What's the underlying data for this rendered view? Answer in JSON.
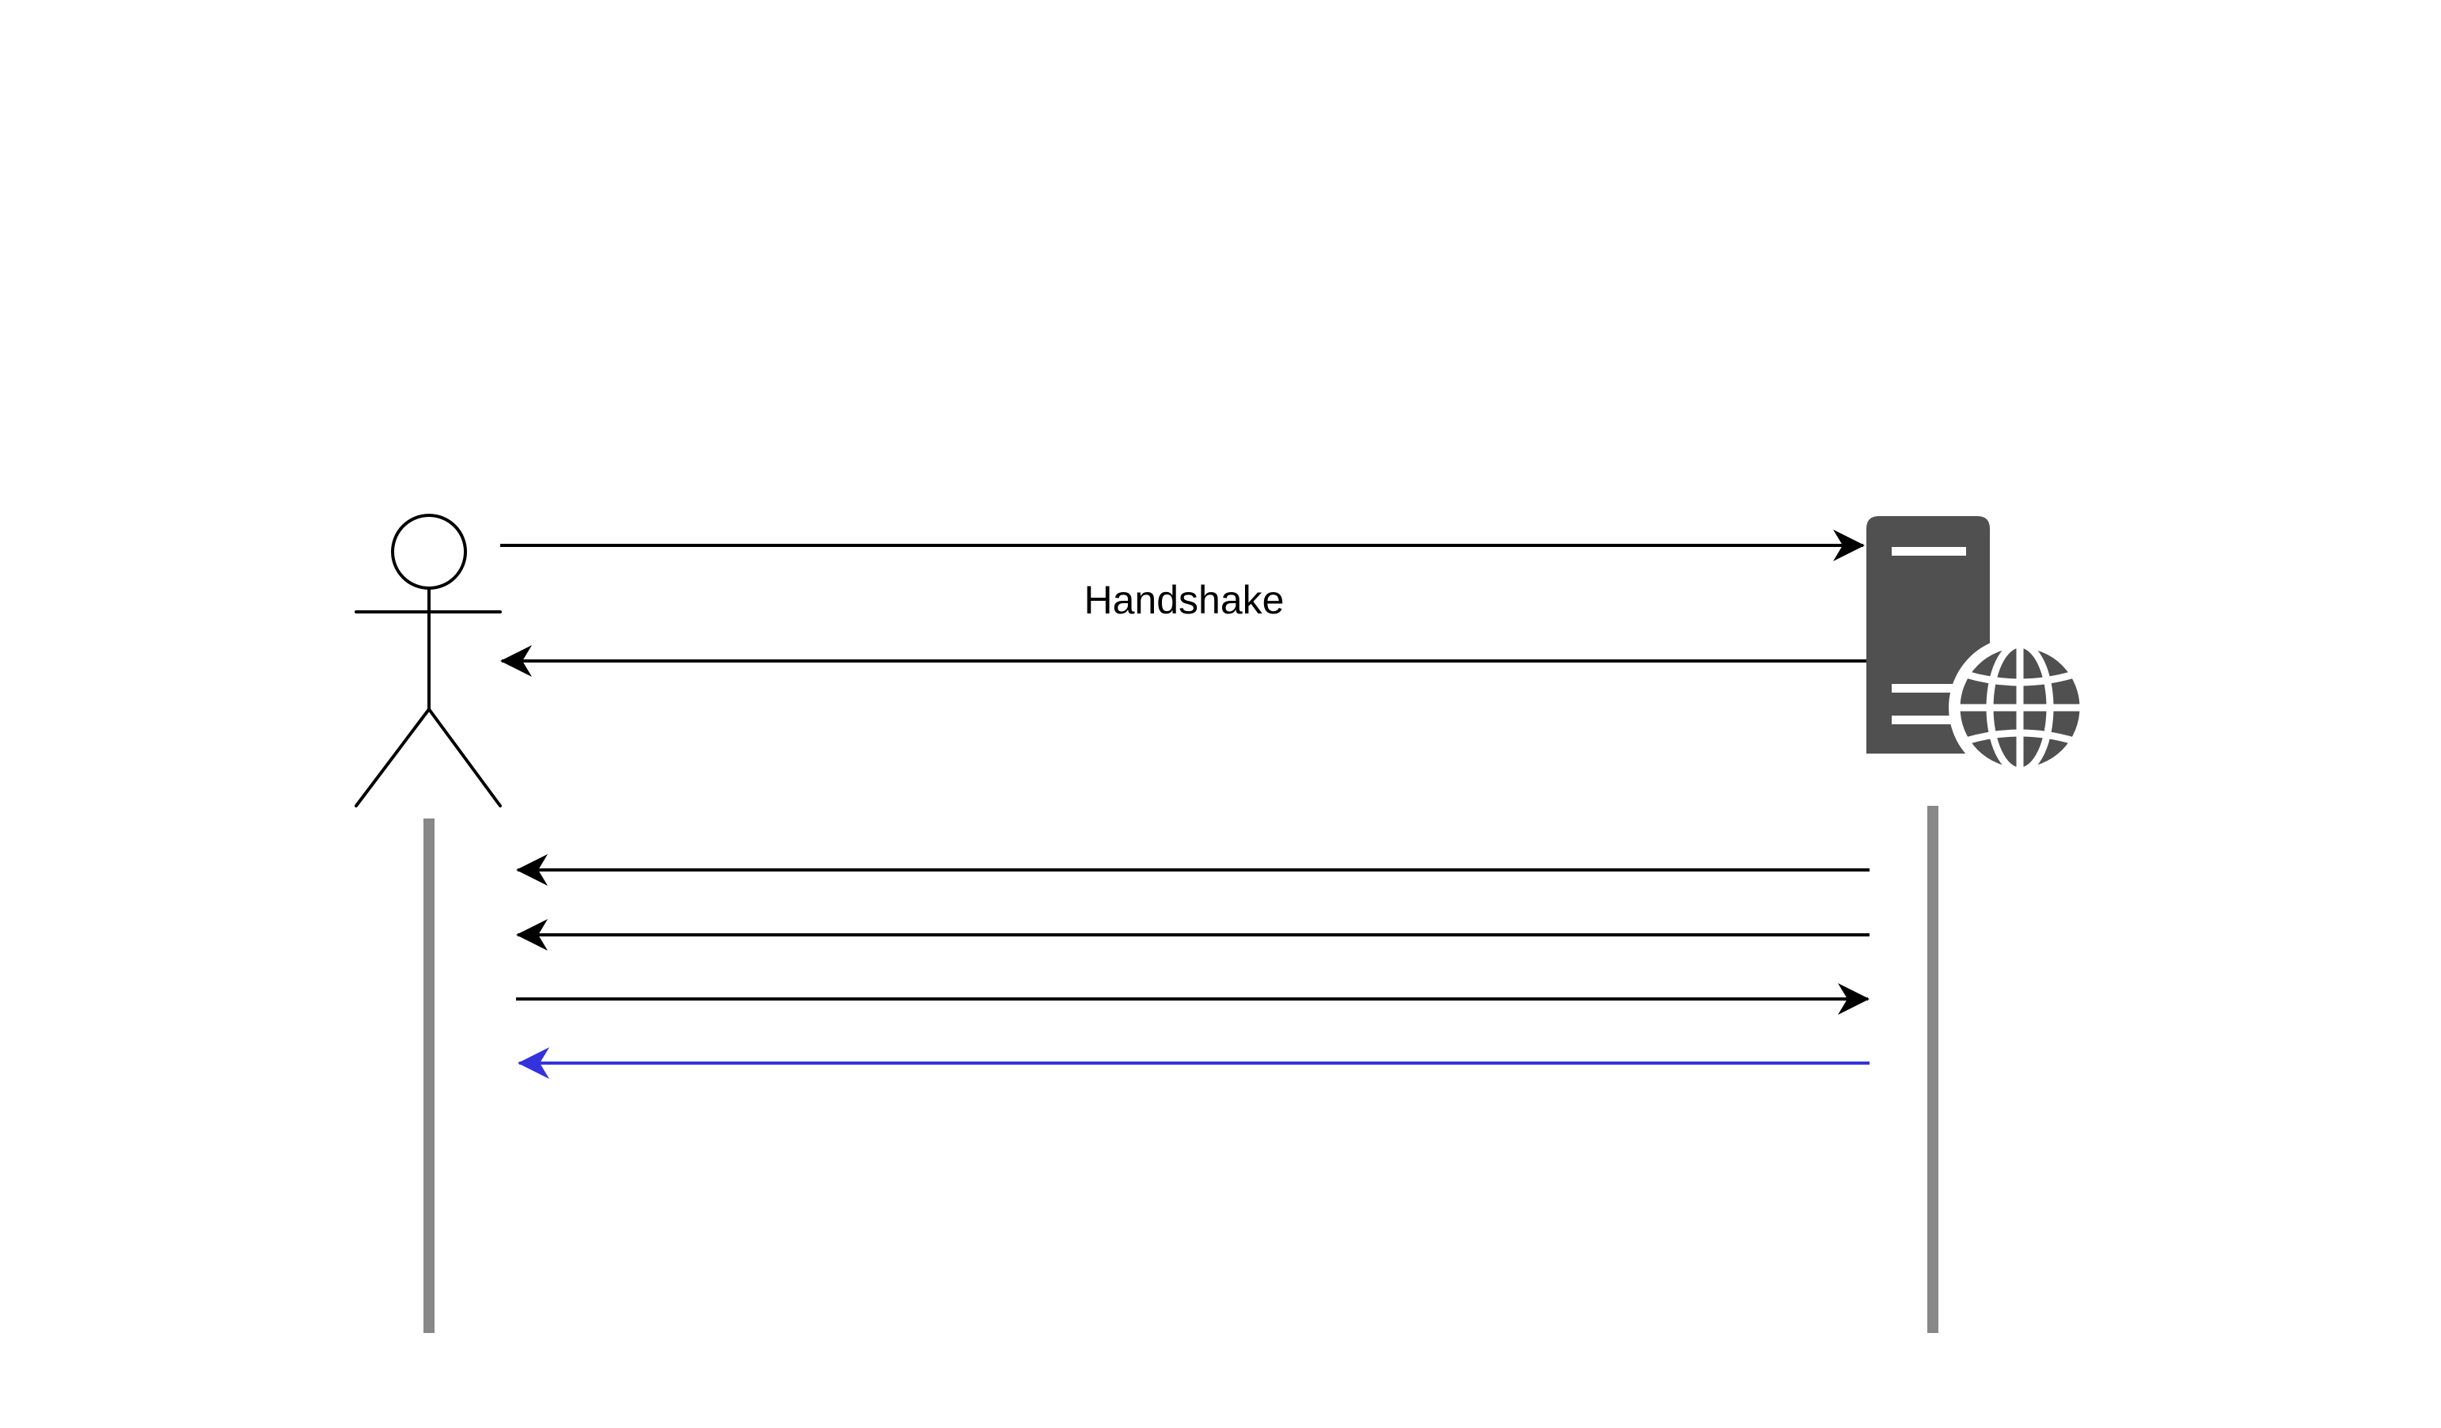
{
  "diagram": {
    "label": "Handshake"
  },
  "participants": {
    "client": {
      "icon": "user-actor-icon"
    },
    "server": {
      "icon": "web-server-icon"
    }
  },
  "messages": [
    {
      "direction": "client-to-server",
      "color": "#000000"
    },
    {
      "direction": "server-to-client",
      "color": "#000000"
    },
    {
      "direction": "server-to-client",
      "color": "#000000"
    },
    {
      "direction": "server-to-client",
      "color": "#000000"
    },
    {
      "direction": "client-to-server",
      "color": "#000000"
    },
    {
      "direction": "server-to-client",
      "color": "#3333dd"
    }
  ],
  "colors": {
    "lifeline": "#888888",
    "server_body": "#505050",
    "stroke": "#000000",
    "highlight_arrow": "#3333dd"
  }
}
